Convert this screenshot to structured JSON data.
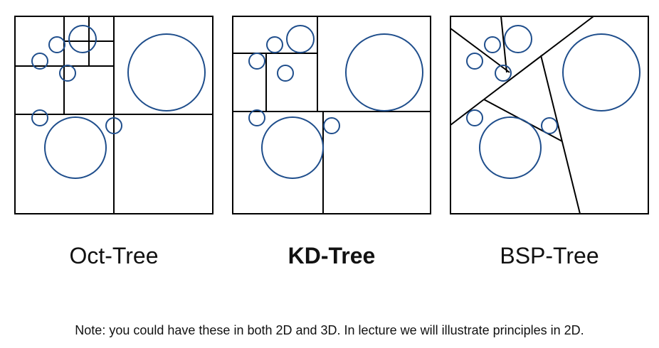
{
  "colors": {
    "line": "#000000",
    "circle": "#1f4e8c"
  },
  "panels": [
    {
      "title": "Oct-Tree",
      "bold": false
    },
    {
      "title": "KD-Tree",
      "bold": true
    },
    {
      "title": "BSP-Tree",
      "bold": false
    }
  ],
  "note": "Note: you could have these in both 2D and 3D.  In lecture we will illustrate principles in 2D."
}
